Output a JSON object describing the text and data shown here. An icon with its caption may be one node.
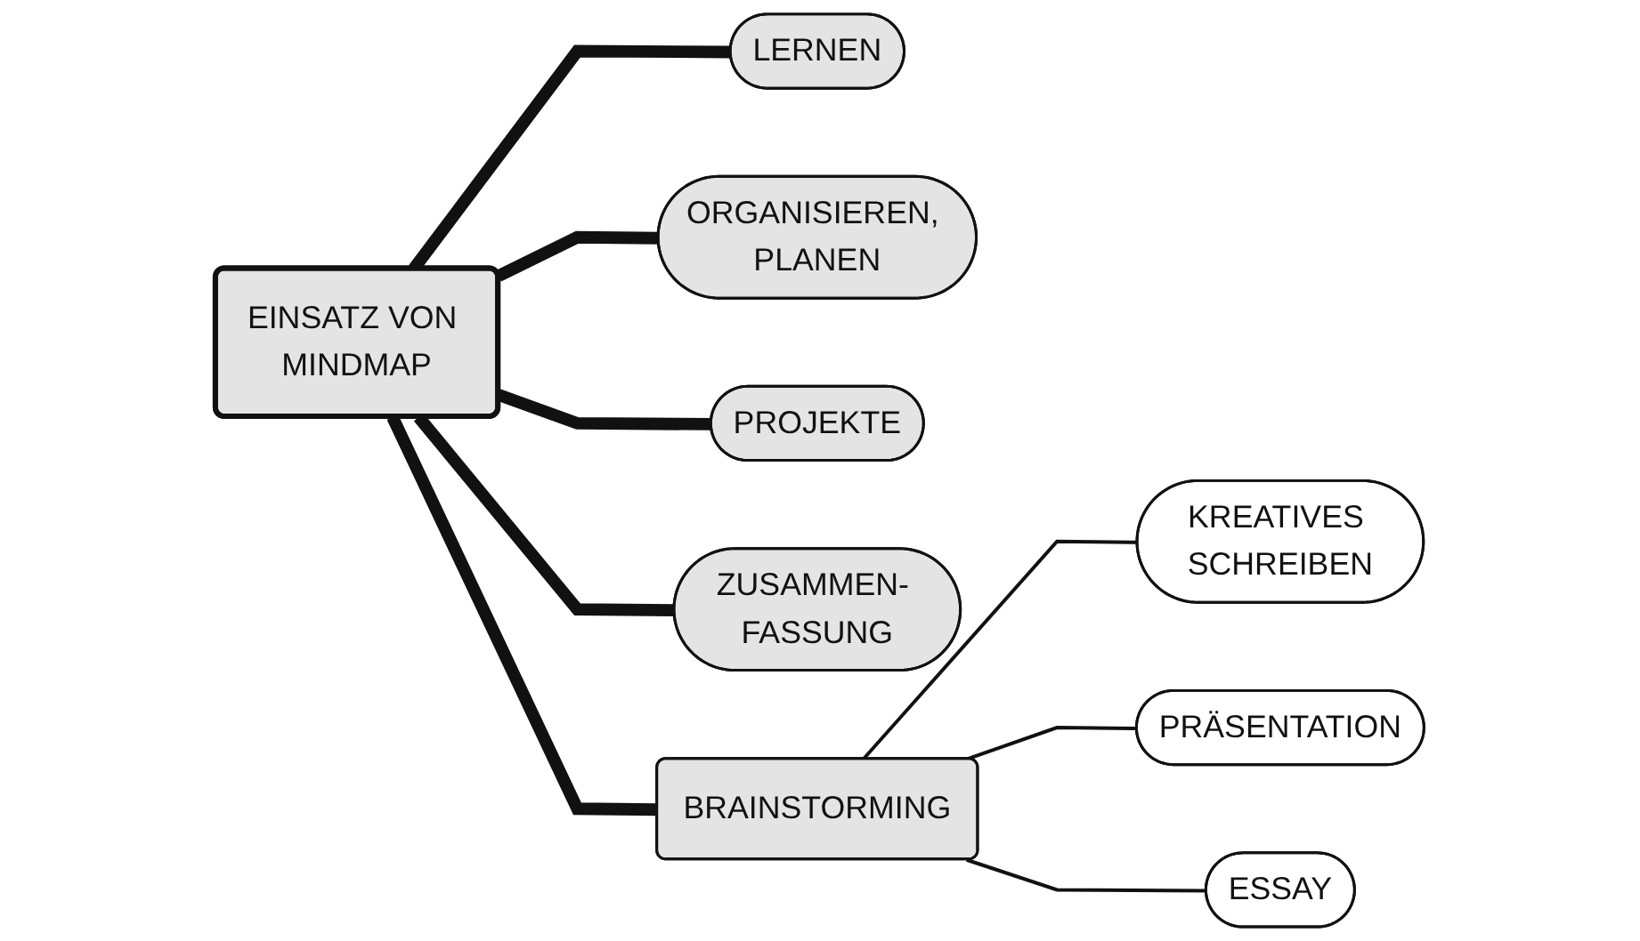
{
  "diagram": {
    "nodes": [
      {
        "text": [
          "EINSATZ VON MINDMAP"
        ]
      },
      {
        "text": [
          "LERNEN"
        ]
      },
      {
        "text": [
          "ORGANISIEREN, PLANEN"
        ]
      },
      {
        "text": [
          "PROJEKTE"
        ]
      },
      {
        "text": [
          "ZUSAMMEN- FASSUNG"
        ]
      },
      {
        "text": [
          "BRAINSTORMING"
        ]
      },
      {
        "text": [
          "KREATIVES SCHREIBEN"
        ]
      },
      {
        "text": [
          "PRÄSENTATION"
        ]
      },
      {
        "text": [
          "ESSAY"
        ]
      }
    ],
    "edges": [
      {
        "from": 0,
        "to": 1,
        "arrow": "none"
      },
      {
        "from": 0,
        "to": 2,
        "arrow": "none"
      },
      {
        "from": 0,
        "to": 3,
        "arrow": "none"
      },
      {
        "from": 0,
        "to": 4,
        "arrow": "none"
      },
      {
        "from": 0,
        "to": 5,
        "arrow": "none"
      },
      {
        "from": 5,
        "to": 6,
        "arrow": "none"
      },
      {
        "from": 5,
        "to": 7,
        "arrow": "none"
      },
      {
        "from": 5,
        "to": 8,
        "arrow": "none"
      }
    ]
  }
}
